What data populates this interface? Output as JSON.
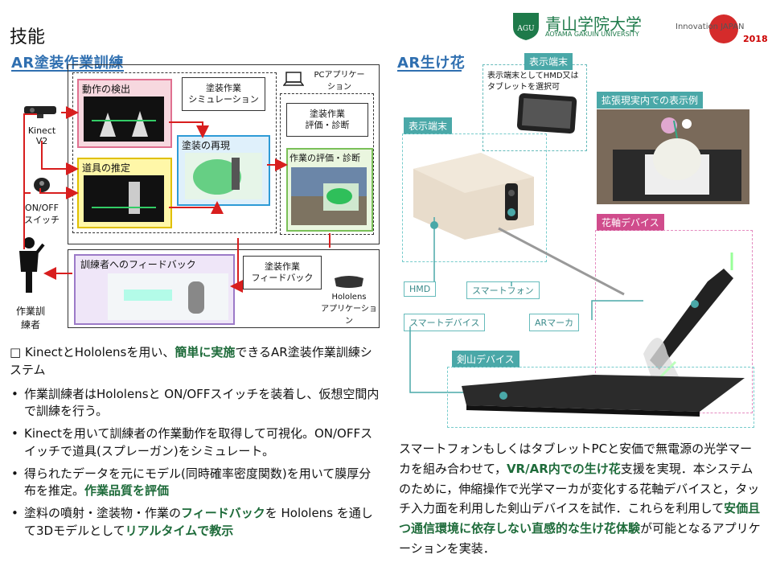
{
  "page_title": "技能",
  "left": {
    "section_title": "AR塗装作業訓練",
    "kinect_label": "Kinect\nV2",
    "switch_label": "ON/OFF\nスイッチ",
    "trainee_label": "作業訓\n練者",
    "motion_detect": "動作の検出",
    "tool_estimate": "道具の推定",
    "paint_sim": "塗装作業\nシミュレーション",
    "paint_reproduce": "塗装の再現",
    "pc_app": "PCアプリケー\nション",
    "eval_diag": "塗装作業\n評価・診断",
    "work_eval": "作業の評価・診断",
    "feedback_to_trainee": "訓練者へのフィードバック",
    "paint_feedback": "塗装作業\nフィードバック",
    "hololens_app": "Hololens\nアプリケーション"
  },
  "left_text": {
    "heading_prefix": "□ KinectとHololensを用い、",
    "heading_hl": "簡単に実施",
    "heading_suffix": "できるAR塗装作業訓練システム",
    "b1": "作業訓練者はHololensと ON/OFFスイッチを装着し、仮想空間内で訓練を行う。",
    "b2": "Kinectを用いて訓練者の作業動作を取得して可視化。ON/OFFスイッチで道具(スプレーガン)をシミュレート。",
    "b3_text": "得られたデータを元にモデル(同時確率密度関数)を用いて膜厚分布を推定。",
    "b3_hl": "作業品質を評価",
    "b4_a": "塗料の噴射・塗装物・作業の",
    "b4_hl1": "フィードバック",
    "b4_b": "を Hololens を通して3Dモデルとして",
    "b4_hl2": "リアルタイムで",
    "b4_hl3": "教示",
    "bullet_char": "•"
  },
  "header_logos": {
    "univ_name": "青山学院大学",
    "univ_en": "AOYAMA GAKUIN UNIVERSITY",
    "innovation": "Innovation JAPAN",
    "year": "2018"
  },
  "right": {
    "section_title": "AR生け花",
    "display_tag": "表示端末",
    "display_desc": "表示端末としてHMD又はタブレットを選択可",
    "display_tag2": "表示端末",
    "ar_example": "拡張現実内での表示例",
    "flower_axis": "花軸デバイス",
    "hmd": "HMD",
    "smartphone": "スマートフォン",
    "smart_device": "スマートデバイス",
    "ar_marker": "ARマーカ",
    "kenzan": "剣山デバイス"
  },
  "right_text": {
    "p1": "スマートフォンもしくはタブレットPCと安価で無電源の光学マーカを組み合わせて，",
    "p1_hl": "VR/AR内での生け花",
    "p1_b": "支援を実現．本システムのために，伸縮操作で光学マーカが変化する花軸デバイスと，タッチ入力面を利用した剣山デバイスを試作．これらを利用して",
    "p1_hl2": "安価且つ通信環境に依存しない直感的な生け花体験",
    "p1_c": "が可能となるアプリケーションを実装．"
  },
  "colors": {
    "accent_blue": "#2f6fb0",
    "highlight_green": "#1e6b3a",
    "arrow_red": "#d81e1e",
    "teal": "#4aa8a8",
    "pink": "#d04c8c"
  }
}
